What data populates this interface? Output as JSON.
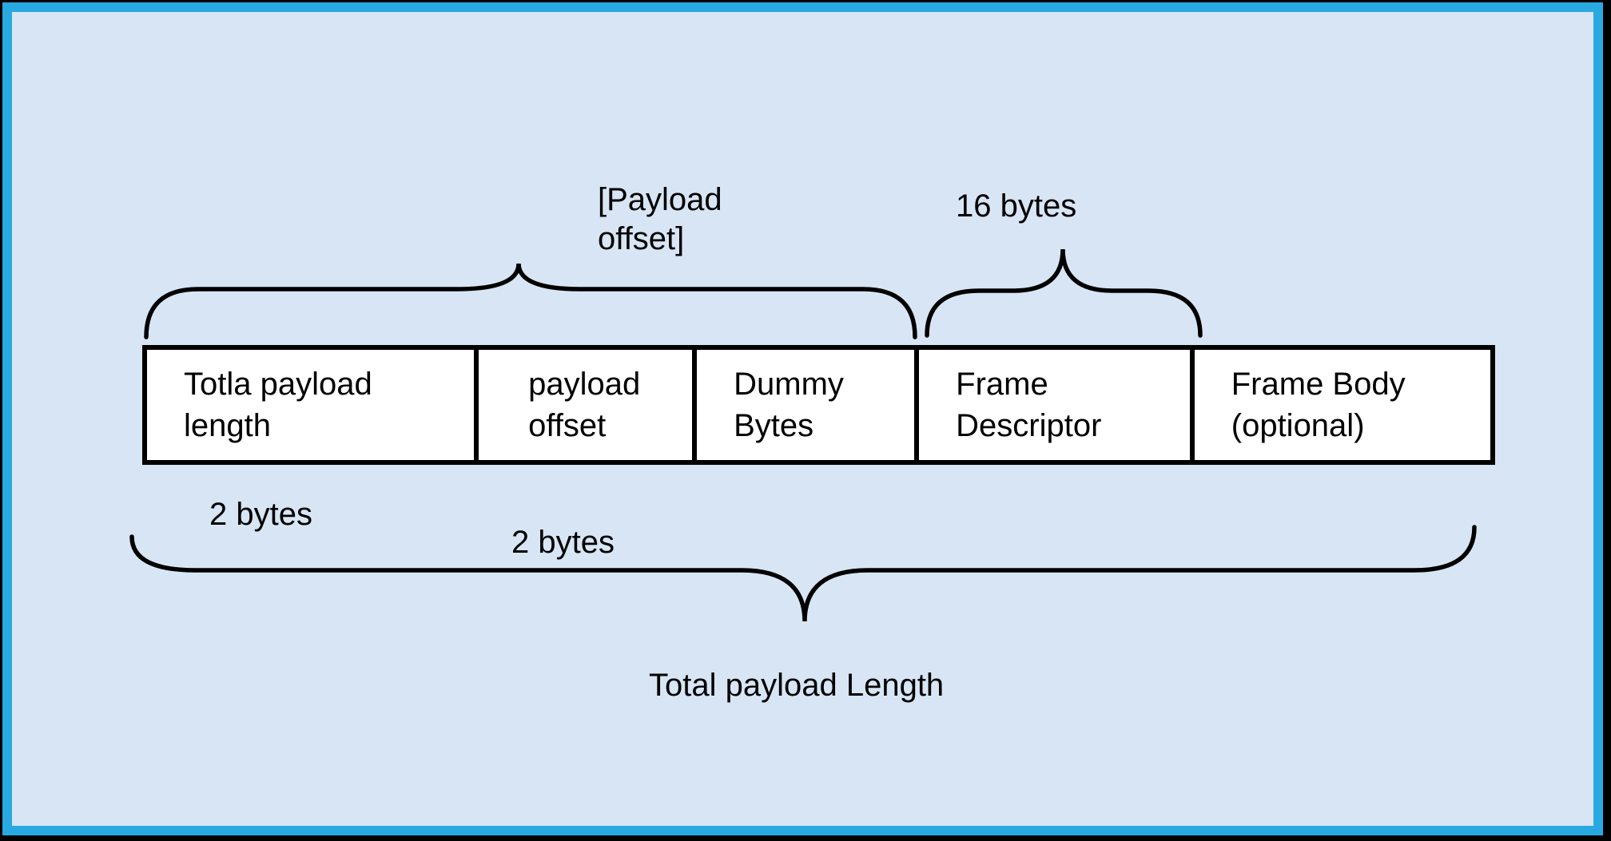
{
  "diagram": {
    "boxes": [
      {
        "label": "Totla payload length"
      },
      {
        "label": "payload offset"
      },
      {
        "label": "Dummy Bytes"
      },
      {
        "label": "Frame Descriptor"
      },
      {
        "label": "Frame Body (optional)"
      }
    ],
    "annotations": {
      "payload_offset_bracket": "[Payload offset]",
      "frame_descriptor_size": "16 bytes",
      "total_length_field_size": "2 bytes",
      "payload_offset_field_size": "2 bytes",
      "total_payload_label": "Total payload Length"
    },
    "colors": {
      "outer_border": "#000000",
      "frame": "#29a9e1",
      "background": "#d8e5f4",
      "box_fill": "#ffffff",
      "stroke": "#000000"
    }
  }
}
